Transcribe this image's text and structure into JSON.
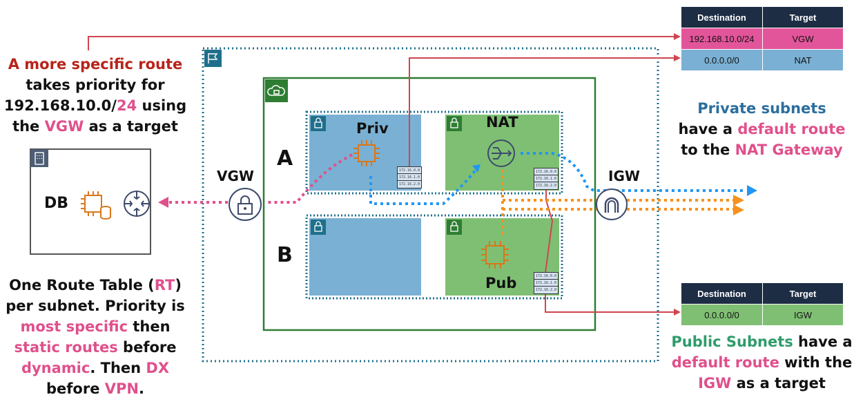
{
  "left_top_note": {
    "line1": "A more specific route",
    "line2": "takes priority for",
    "line3_a": "192.168.10.0/",
    "line3_b": "24",
    "line3_c": " using",
    "line4_a": "the ",
    "line4_b": "VGW",
    "line4_c": " as a target"
  },
  "left_bottom_note": {
    "l1_a": "One Route Table (",
    "l1_b": "RT",
    "l1_c": ")",
    "l2": "per subnet. Priority is",
    "l3_a": "most specific",
    "l3_b": " then",
    "l4_a": "static routes",
    "l4_b": " before",
    "l5_a": "dynamic",
    "l5_b": ". Then ",
    "l5_c": "DX",
    "l6_a": "before ",
    "l6_b": "VPN",
    "l6_c": "."
  },
  "right_middle_note": {
    "l1": "Private subnets",
    "l2_a": "have a ",
    "l2_b": "default route",
    "l3_a": "to the ",
    "l3_b": "NAT Gateway"
  },
  "right_bottom_note": {
    "l1_a": "Public Subnets",
    "l1_b": " have a",
    "l2_a": "default route",
    "l2_b": " with the",
    "l3_a": "IGW",
    "l3_b": " as a target"
  },
  "labels": {
    "db": "DB",
    "vgw": "VGW",
    "igw": "IGW",
    "az_a": "A",
    "az_b": "B",
    "priv": "Priv",
    "nat": "NAT",
    "pub": "Pub"
  },
  "private_route_table": {
    "headers": [
      "Destination",
      "Target"
    ],
    "rows": [
      [
        "192.168.10.0/24",
        "VGW"
      ],
      [
        "0.0.0.0/0",
        "NAT"
      ]
    ]
  },
  "public_route_table": {
    "headers": [
      "Destination",
      "Target"
    ],
    "rows": [
      [
        "0.0.0.0/0",
        "IGW"
      ]
    ]
  },
  "mini_route_table_rows": [
    "172.16.0.0",
    "172.16.1.0",
    "172.16.2.0"
  ],
  "colors": {
    "red_text": "#b8231a",
    "pink": "#e0508c",
    "blue_text": "#2a6e9e",
    "green_text": "#2e9c6b",
    "private_subnet": "#7ab0d3",
    "public_subnet": "#7fbf73",
    "vpc_border": "#2e7d32",
    "region_border": "#1f6f8b",
    "route_line": "#d0454f",
    "blue_flow": "#2196f3",
    "orange_flow": "#f5921e",
    "table_header": "#1d2d44"
  }
}
